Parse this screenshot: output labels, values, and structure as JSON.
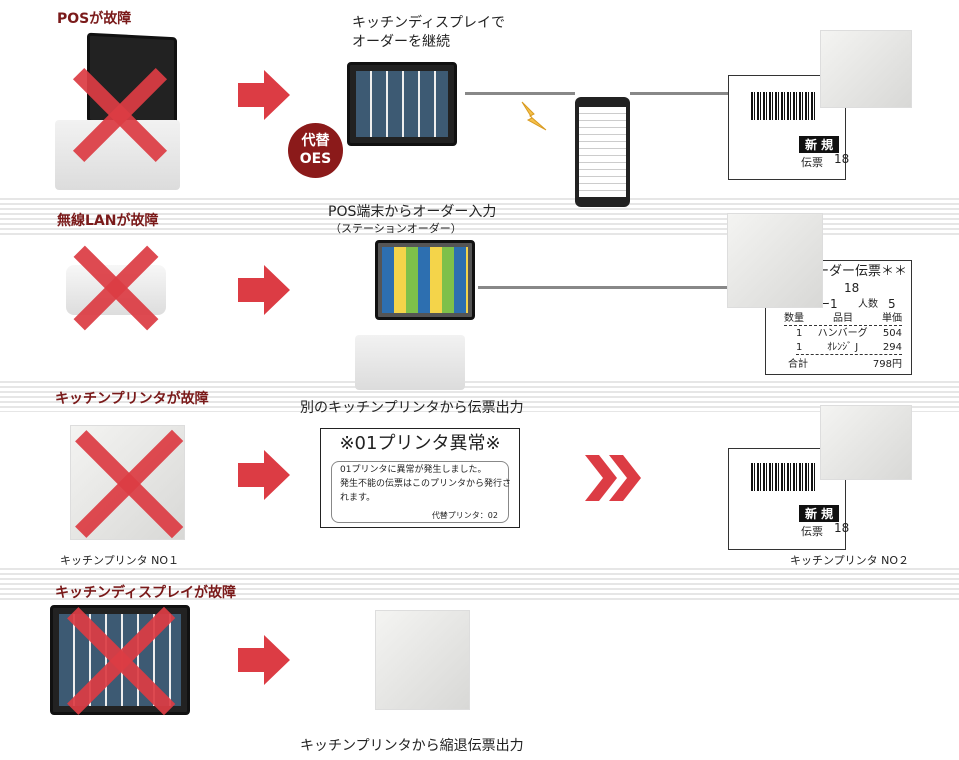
{
  "row1": {
    "title": "POSが故障",
    "caption_line1": "キッチンディスプレイで",
    "caption_line2": "オーダーを継続",
    "badge_line1": "代替",
    "badge_line2": "OES",
    "receipt_label": "新 規",
    "receipt_slip": "伝票",
    "receipt_number": "18"
  },
  "row2": {
    "title": "無線LANが故障",
    "caption": "POS端末からオーダー入力",
    "subcaption": "（ステーションオーダー）",
    "slip": {
      "heading": "ーダー伝票＊＊",
      "number": "18",
      "table_line": "ー1",
      "people_label": "人数",
      "people": "5",
      "headers": [
        "数量",
        "品目",
        "単価"
      ],
      "rows": [
        [
          "1",
          "ハンバーグ",
          "504"
        ],
        [
          "1",
          "ｵﾚﾝｼﾞ J",
          "294"
        ]
      ],
      "total_label": "合計",
      "total": "798円"
    }
  },
  "row3": {
    "title": "キッチンプリンタが故障",
    "caption": "別のキッチンプリンタから伝票出力",
    "printer1_label": "キッチンプリンタ NO１",
    "printer2_label": "キッチンプリンタ NO２",
    "notice": {
      "heading": "※01プリンタ異常※",
      "line1": "01プリンタに異常が発生しました。",
      "line2": "発生不能の伝票はこのプリンタから発行さ",
      "line3": "れます。",
      "footer": "代替プリンタ：02"
    },
    "receipt_label": "新 規",
    "receipt_slip": "伝票",
    "receipt_number": "18"
  },
  "row4": {
    "title": "キッチンディスプレイが故障",
    "caption": "キッチンプリンタから縮退伝票出力"
  },
  "colors": {
    "accent": "#dc3c44",
    "title": "#7a1a1a",
    "badge": "#8b1a1a"
  }
}
